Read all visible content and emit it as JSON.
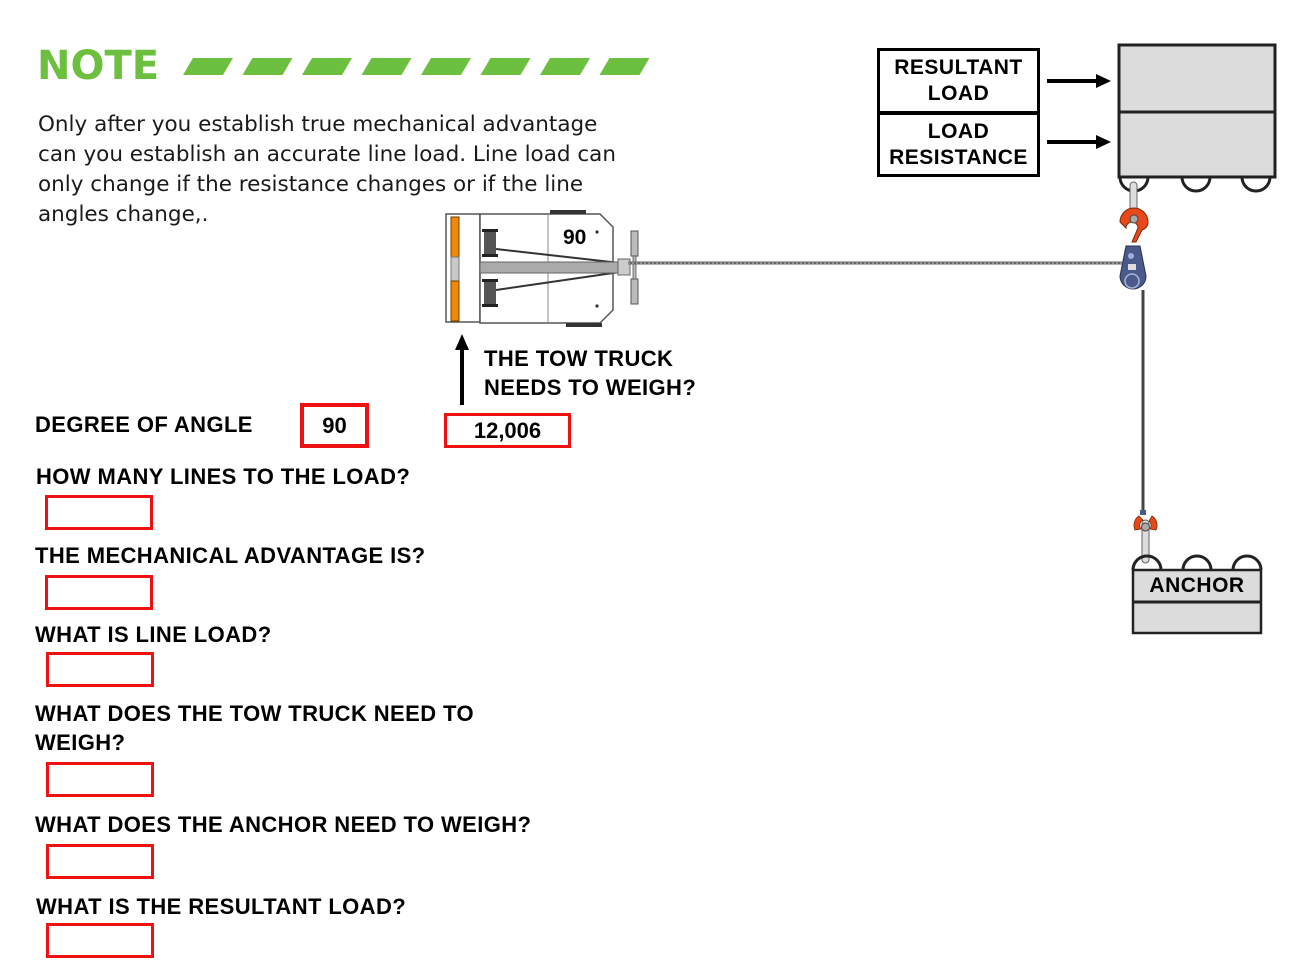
{
  "note": {
    "title": "NOTE",
    "body": "Only after you establish true mechanical advantage can you establish an accurate line load. Line load can only change if the resistance changes or if the line angles change,.",
    "accent_color": "#6cbf3f",
    "stripe_count": 8
  },
  "diagram": {
    "truck_angle_label": "90",
    "tow_truck_callout": "THE TOW TRUCK NEEDS TO WEIGH?",
    "tow_truck_weight": "12,006",
    "resultant_load_label": "RESULTANT LOAD",
    "load_resistance_label": "LOAD RESISTANCE",
    "anchor_label": "ANCHOR",
    "colors": {
      "box_border": "#ee1111",
      "hook": "#e8481a",
      "snatch_block": "#4a5a8a",
      "load_fill": "#dcdcdc",
      "truck_accent": "#f28a00"
    }
  },
  "degree_of_angle": {
    "label": "DEGREE OF ANGLE",
    "value": "90"
  },
  "questions": [
    {
      "label": "HOW MANY LINES TO THE LOAD?",
      "answer": ""
    },
    {
      "label": "THE MECHANICAL ADVANTAGE IS?",
      "answer": ""
    },
    {
      "label": "WHAT IS LINE LOAD?",
      "answer": ""
    },
    {
      "label": "WHAT DOES THE TOW TRUCK NEED TO WEIGH?",
      "answer": ""
    },
    {
      "label": "WHAT DOES THE ANCHOR NEED TO WEIGH?",
      "answer": ""
    },
    {
      "label": "WHAT IS THE RESULTANT LOAD?",
      "answer": ""
    }
  ]
}
